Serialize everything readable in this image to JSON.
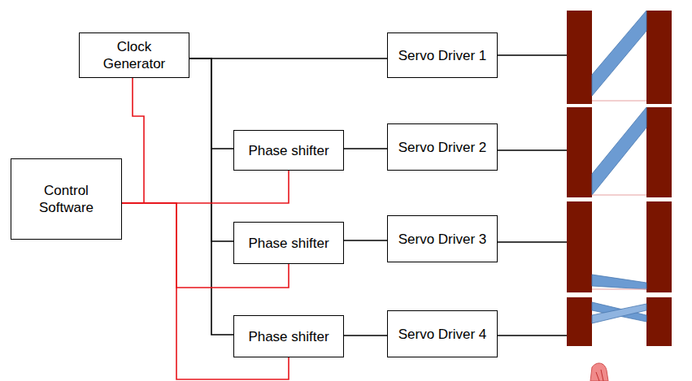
{
  "diagram": {
    "nodes": [
      {
        "text": [
          "Clock Generator"
        ]
      },
      {
        "text": [
          "Servo Driver 1"
        ]
      },
      {
        "text": [
          "Control Software"
        ]
      },
      {
        "text": [
          "Phase shifter"
        ]
      },
      {
        "text": [
          "Servo Driver 2"
        ]
      },
      {
        "text": [
          "Phase shifter"
        ]
      },
      {
        "text": [
          "Servo Driver 3"
        ]
      },
      {
        "text": [
          "Phase shifter"
        ]
      },
      {
        "text": [
          "Servo Driver 4"
        ]
      }
    ],
    "edges": [
      {
        "from": 0,
        "to": 1,
        "arrow": "none"
      },
      {
        "from": 0,
        "to": 3,
        "arrow": "none"
      },
      {
        "from": 0,
        "to": 5,
        "arrow": "none"
      },
      {
        "from": 0,
        "to": 7,
        "arrow": "none"
      },
      {
        "from": 3,
        "to": 4,
        "arrow": "none"
      },
      {
        "from": 5,
        "to": 6,
        "arrow": "none"
      },
      {
        "from": 7,
        "to": 8,
        "arrow": "none"
      },
      {
        "from": 2,
        "to": 0,
        "arrow": "none"
      },
      {
        "from": 2,
        "to": 3,
        "arrow": "none"
      },
      {
        "from": 2,
        "to": 5,
        "arrow": "none"
      },
      {
        "from": 2,
        "to": 7,
        "arrow": "none"
      }
    ]
  }
}
